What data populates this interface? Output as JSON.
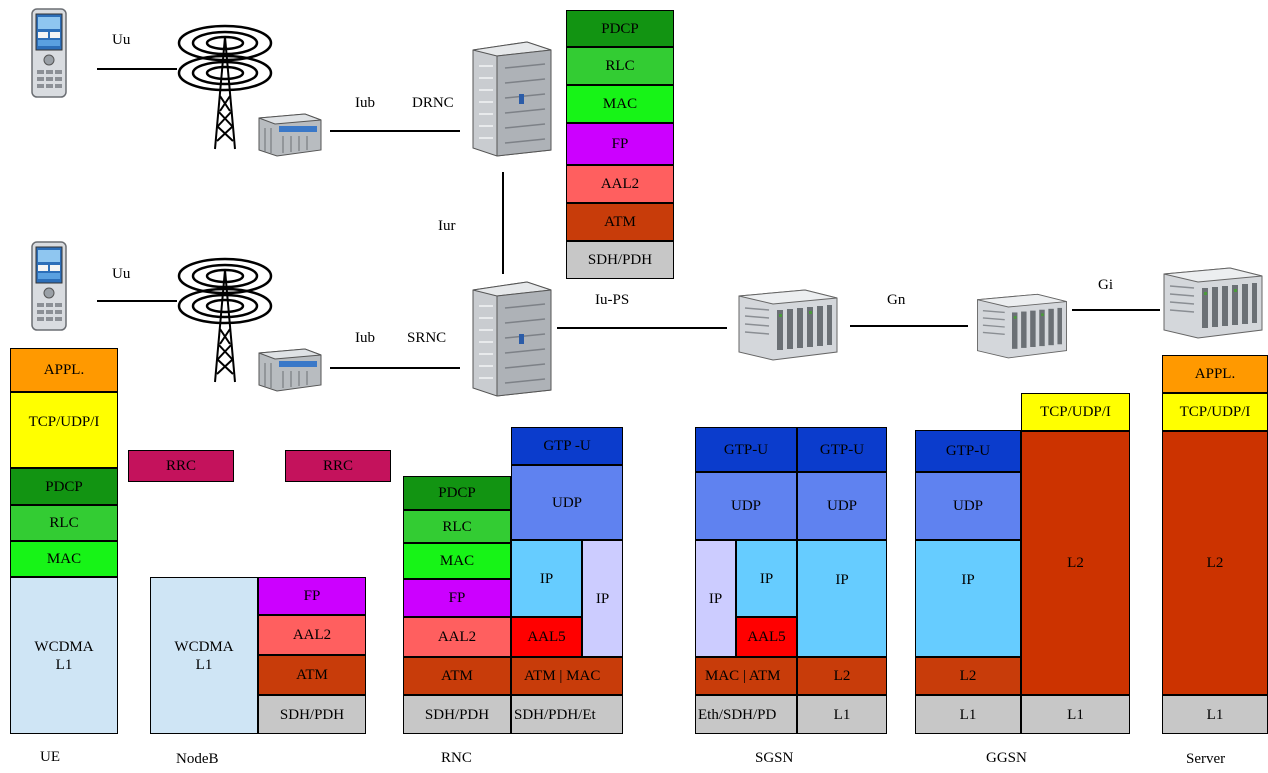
{
  "colors": {
    "pdcp": "#129412",
    "rlc": "#33cc33",
    "mac": "#17f417",
    "fp": "#cc00ff",
    "aal2": "#ff5f5f",
    "atm": "#c83c0a",
    "sdh": "#c7c7c7",
    "gtp": "#0b3ccc",
    "udp": "#5f82f0",
    "ip": "#66ccff",
    "ip_alt": "#ccccff",
    "aal5": "#ff0000",
    "appl": "#ff9900",
    "tcp": "#ffff00",
    "wcdma": "#cfe5f5",
    "l2": "#cc3300",
    "rrc": "#c4125c"
  },
  "links": {
    "uu_top": "Uu",
    "iub_top": "Iub",
    "drnc": "DRNC",
    "iur": "Iur",
    "uu_bottom": "Uu",
    "iub_bottom": "Iub",
    "srnc": "SRNC",
    "iu_ps": "Iu-PS",
    "gn": "Gn",
    "gi": "Gi"
  },
  "drnc_stack": [
    "PDCP",
    "RLC",
    "MAC",
    "FP",
    "AAL2",
    "ATM",
    "SDH/PDH"
  ],
  "ue_stack": [
    "APPL.",
    "TCP/UDP/I",
    "PDCP",
    "RLC",
    "MAC",
    "WCDMA\nL1"
  ],
  "rrc": [
    "RRC",
    "RRC"
  ],
  "nodeb": {
    "left": "WCDMA\nL1",
    "right": [
      "FP",
      "AAL2",
      "ATM",
      "SDH/PDH"
    ]
  },
  "rnc": {
    "left": [
      "PDCP",
      "RLC",
      "MAC",
      "FP",
      "AAL2",
      "ATM",
      "SDH/PDH"
    ],
    "gtp": "GTP -U",
    "udp": "UDP",
    "ip_main": "IP",
    "ip_side": "IP",
    "aal5": "AAL5",
    "atm_mac": "ATM | MAC",
    "sdh_eth": "SDH/PDH/Et"
  },
  "sgsn": {
    "gtp_left": "GTP-U",
    "gtp_right": "GTP-U",
    "udp_left": "UDP",
    "udp_right": "UDP",
    "ip_side": "IP",
    "ip_mid": "IP",
    "ip_right": "IP",
    "aal5": "AAL5",
    "mac_atm": "MAC | ATM",
    "l2": "L2",
    "eth": "Eth/SDH/PD",
    "l1": "L1"
  },
  "ggsn": {
    "gtp": "GTP-U",
    "udp": "UDP",
    "ip": "IP",
    "l2_left": "L2",
    "l1_left": "L1",
    "tcp": "TCP/UDP/I",
    "l2_right": "L2",
    "l1_right": "L1"
  },
  "server_stack": [
    "APPL.",
    "TCP/UDP/I",
    "L2",
    "L1"
  ],
  "node_labels": [
    "UE",
    "NodeB",
    "RNC",
    "SGSN",
    "GGSN",
    "Server"
  ],
  "icons": [
    "mobile-phone-icon",
    "antenna-tower-icon",
    "nodeb-cabinet-icon",
    "rnc-cabinet-icon",
    "router-chassis-icon"
  ]
}
